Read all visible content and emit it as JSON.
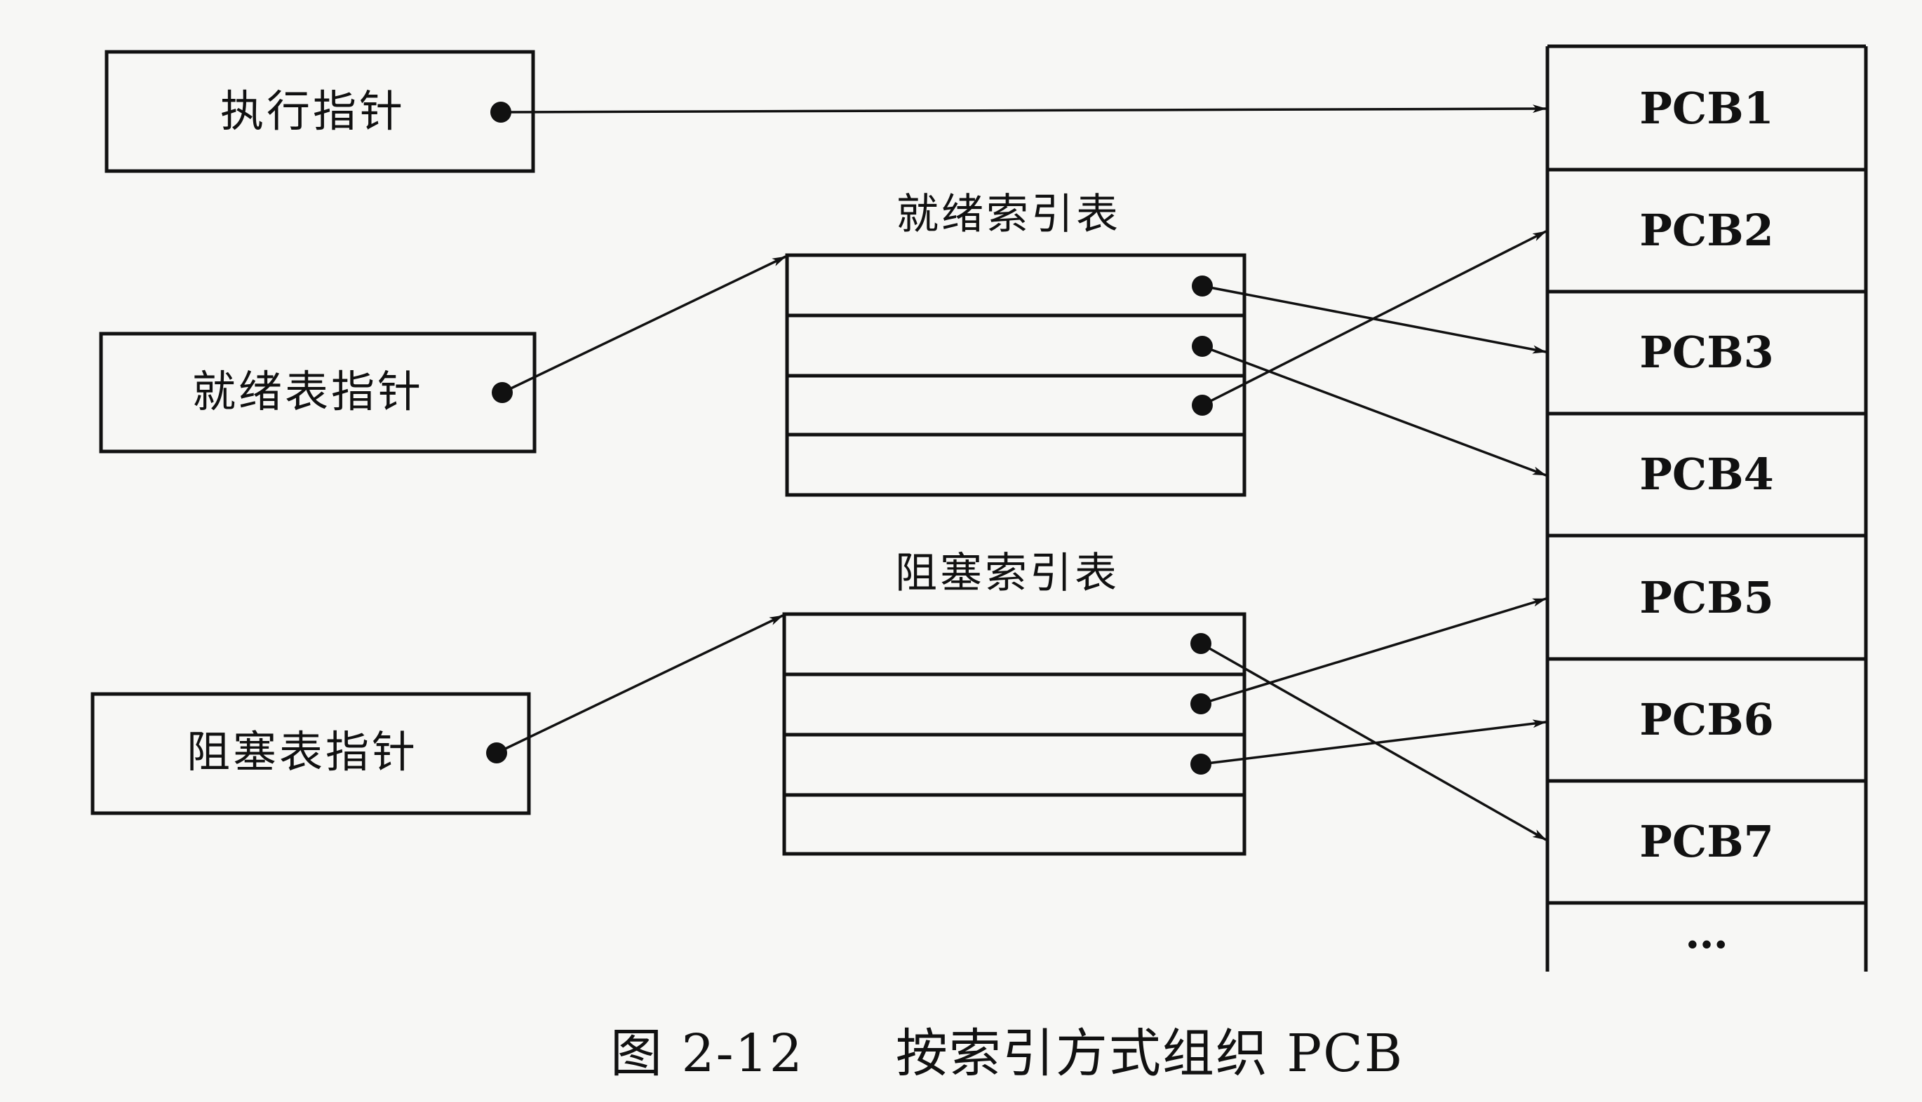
{
  "pointers": {
    "exec": "执行指针",
    "ready": "就绪表指针",
    "blocked": "阻塞表指针"
  },
  "tables": {
    "ready_title": "就绪索引表",
    "blocked_title": "阻塞索引表"
  },
  "pcbs": [
    "PCB1",
    "PCB2",
    "PCB3",
    "PCB4",
    "PCB5",
    "PCB6",
    "PCB7",
    "…"
  ],
  "caption": {
    "figure_number": "图 2-12",
    "text": "按索引方式组织 PCB"
  }
}
